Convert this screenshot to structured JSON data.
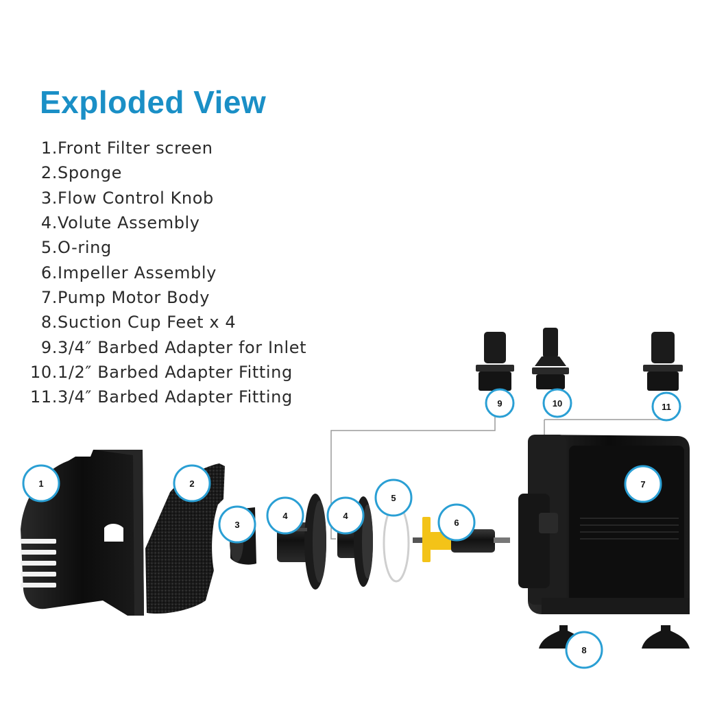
{
  "title": "Exploded View",
  "parts": [
    {
      "num": "1.",
      "label": "Front Filter screen"
    },
    {
      "num": "2.",
      "label": "Sponge"
    },
    {
      "num": "3.",
      "label": "Flow Control Knob"
    },
    {
      "num": "4.",
      "label": "Volute Assembly"
    },
    {
      "num": "5.",
      "label": "O-ring"
    },
    {
      "num": "6.",
      "label": "Impeller Assembly"
    },
    {
      "num": "7.",
      "label": "Pump Motor Body"
    },
    {
      "num": "8.",
      "label": "Suction Cup Feet x 4"
    },
    {
      "num": "9.",
      "label": "3/4″ Barbed Adapter for Inlet"
    },
    {
      "num": "10.",
      "label": "1/2″ Barbed Adapter Fitting"
    },
    {
      "num": "11.",
      "label": "3/4″ Barbed Adapter Fitting"
    }
  ],
  "callouts": {
    "c1": "1",
    "c2": "2",
    "c3": "3",
    "c4a": "4",
    "c4b": "4",
    "c5": "5",
    "c6": "6",
    "c7": "7",
    "c8": "8",
    "c9": "9",
    "c10": "10",
    "c11": "11"
  },
  "colors": {
    "title": "#1a8fc6",
    "callout_ring": "#2a9fd4",
    "part_body": "#141414",
    "impeller": "#f3c318"
  }
}
